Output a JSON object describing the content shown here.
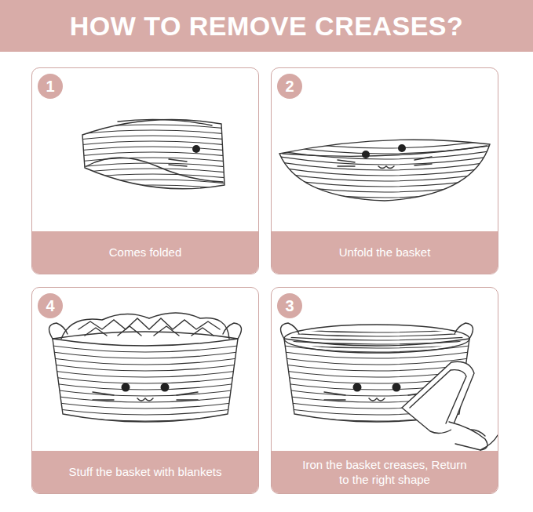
{
  "diagram": {
    "title": "HOW TO REMOVE CREASES?",
    "nodes": [
      {
        "text": [
          "1",
          "Comes folded"
        ]
      },
      {
        "text": [
          "2",
          "Unfold the basket"
        ]
      },
      {
        "text": [
          "4",
          "Stuff the basket with blankets"
        ]
      },
      {
        "text": [
          "3",
          "Iron the basket creases, Return to the right shape"
        ]
      }
    ]
  }
}
